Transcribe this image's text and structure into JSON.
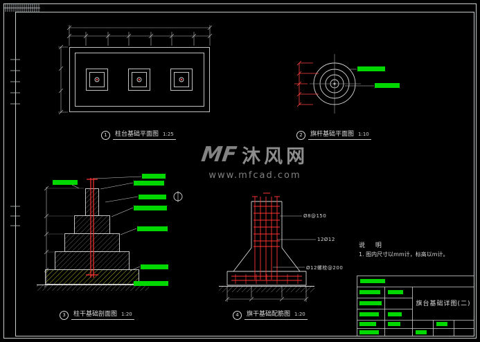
{
  "colors": {
    "line": "#d6d6d6",
    "frame": "#c9ced0",
    "label_green": "#00d800",
    "rebar_red": "#ff3333",
    "hatch_yellow": "#c9c92b",
    "watermark_gray": "#949494"
  },
  "captions": {
    "plan_pedestal": {
      "num": "1",
      "title": "柱台基础平面图",
      "scale": "1:25"
    },
    "plan_flagpole": {
      "num": "2",
      "title": "旗杆基础平面图",
      "scale": "1:10"
    },
    "section_pedestal": {
      "num": "3",
      "title": "柱干基础剖面图",
      "scale": "1:20"
    },
    "section_flagpole": {
      "num": "4",
      "title": "旗干基础配筋图",
      "scale": "1:20"
    }
  },
  "rebar_labels": {
    "stirrup": "Ø8@150",
    "vertical_bars": "12Ø12",
    "anchor_bolt": "Ø12螺栓@200"
  },
  "notes": {
    "heading": "说 明",
    "item1": "1. 图内尺寸以mm计，标高以m计。"
  },
  "watermark": {
    "logo": "MF",
    "name": "沐风网",
    "url": "www.mfcad.com"
  },
  "titleblock": {
    "drawing_title": "旗台基础详图(二)"
  }
}
